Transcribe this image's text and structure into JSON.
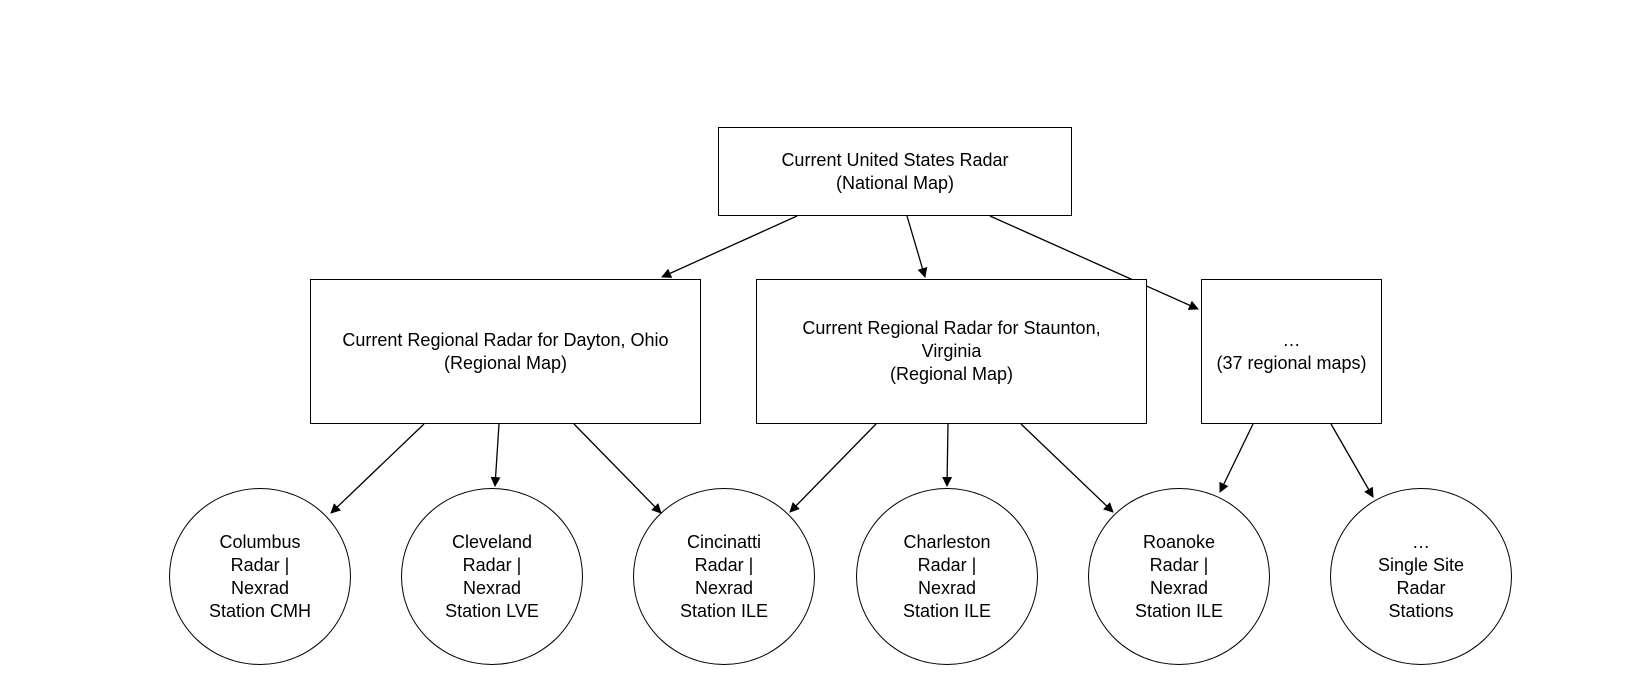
{
  "diagram": {
    "nodes": {
      "national": {
        "lines": [
          "Current United States Radar",
          "(National Map)"
        ]
      },
      "dayton": {
        "lines": [
          "Current Regional Radar for Dayton, Ohio",
          "(Regional Map)"
        ]
      },
      "staunton": {
        "lines": [
          "Current Regional Radar for Staunton,",
          "Virginia",
          "(Regional Map)"
        ]
      },
      "more_regional": {
        "lines": [
          "…",
          "(37 regional maps)"
        ]
      },
      "columbus": {
        "lines": [
          "Columbus",
          "Radar |",
          "Nexrad",
          "Station CMH"
        ]
      },
      "cleveland": {
        "lines": [
          "Cleveland",
          "Radar |",
          "Nexrad",
          "Station LVE"
        ]
      },
      "cincinnati": {
        "lines": [
          "Cincinatti",
          "Radar |",
          "Nexrad",
          "Station ILE"
        ]
      },
      "charleston": {
        "lines": [
          "Charleston",
          "Radar |",
          "Nexrad",
          "Station ILE"
        ]
      },
      "roanoke": {
        "lines": [
          "Roanoke",
          "Radar |",
          "Nexrad",
          "Station ILE"
        ]
      },
      "more_single": {
        "lines": [
          "…",
          "Single Site",
          "Radar",
          "Stations"
        ]
      }
    },
    "edges": [
      {
        "from": "national",
        "to": "dayton"
      },
      {
        "from": "national",
        "to": "staunton"
      },
      {
        "from": "national",
        "to": "more_regional"
      },
      {
        "from": "dayton",
        "to": "columbus"
      },
      {
        "from": "dayton",
        "to": "cleveland"
      },
      {
        "from": "dayton",
        "to": "cincinnati"
      },
      {
        "from": "staunton",
        "to": "cincinnati"
      },
      {
        "from": "staunton",
        "to": "charleston"
      },
      {
        "from": "staunton",
        "to": "roanoke"
      },
      {
        "from": "more_regional",
        "to": "roanoke"
      },
      {
        "from": "more_regional",
        "to": "more_single"
      }
    ]
  }
}
